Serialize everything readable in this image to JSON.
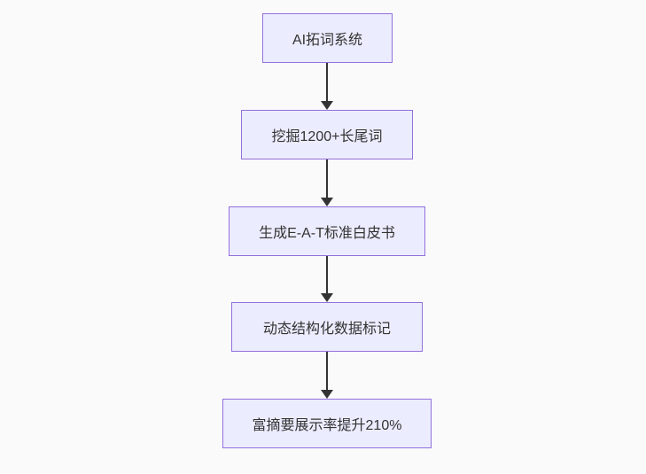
{
  "background_color": "#fafafa",
  "chart_data": {
    "type": "flowchart",
    "direction": "top-down",
    "nodes": [
      {
        "id": "n1",
        "label": "AI拓词系统"
      },
      {
        "id": "n2",
        "label": "挖掘1200+长尾词"
      },
      {
        "id": "n3",
        "label": "生成E-A-T标准白皮书"
      },
      {
        "id": "n4",
        "label": "动态结构化数据标记"
      },
      {
        "id": "n5",
        "label": "富摘要展示率提升210%"
      }
    ],
    "edges": [
      {
        "from": "n1",
        "to": "n2"
      },
      {
        "from": "n2",
        "to": "n3"
      },
      {
        "from": "n3",
        "to": "n4"
      },
      {
        "from": "n4",
        "to": "n5"
      }
    ]
  },
  "style": {
    "node_fill": "#ECECFF",
    "node_border": "#9370DB",
    "text_color": "#333333",
    "arrow_color": "#333333",
    "background": "#fafafa"
  }
}
